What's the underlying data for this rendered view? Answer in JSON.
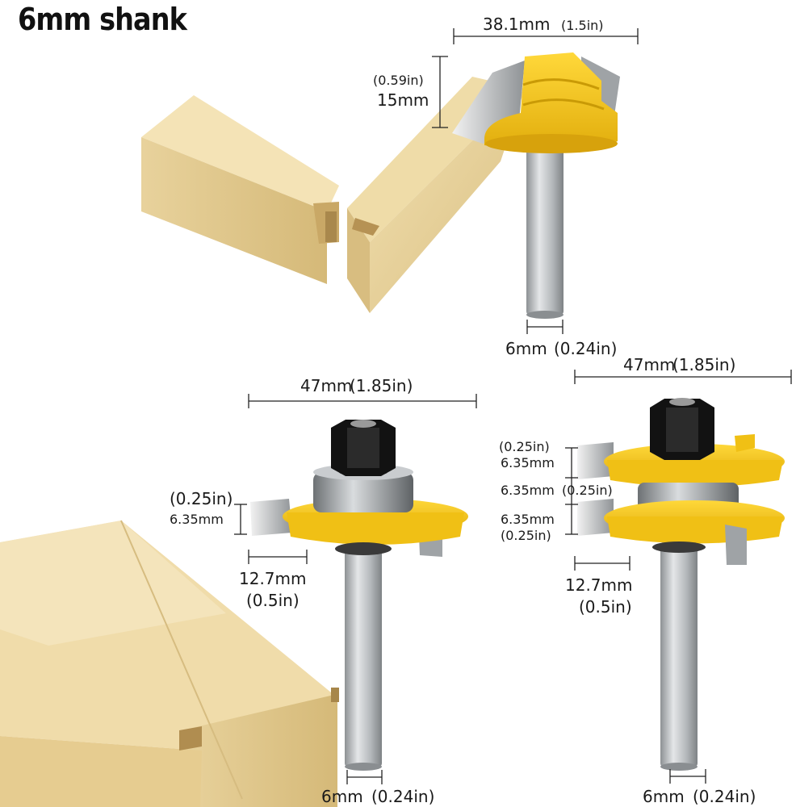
{
  "title": "6mm shank",
  "top_bit": {
    "width_mm": "38.1mm",
    "width_in": "(1.5in)",
    "height_in": "(0.59in)",
    "height_mm": "15mm",
    "shank_mm": "6mm",
    "shank_in": "(0.24in)"
  },
  "left_bit": {
    "width_mm": "47mm",
    "width_in": "(1.85in)",
    "cut_in": "(0.25in)",
    "cut_mm": "6.35mm",
    "depth_mm": "12.7mm",
    "depth_in": "(0.5in)",
    "shank_mm": "6mm",
    "shank_in": "(0.24in)"
  },
  "right_bit": {
    "width_mm": "47mm",
    "width_in": "(1.85in)",
    "top_cut_in": "(0.25in)",
    "top_cut_mm": "6.35mm",
    "gap_mm": "6.35mm",
    "gap_in": "(0.25in)",
    "bottom_cut_mm": "6.35mm",
    "bottom_cut_in": "(0.25in)",
    "depth_mm": "12.7mm",
    "depth_in": "(0.5in)",
    "shank_mm": "6mm",
    "shank_in": "(0.24in)"
  },
  "colors": {
    "cutter_yellow": "#f2c21a",
    "wood": "#e6cf97",
    "shank": "#b9bcbf",
    "nut": "#121212"
  }
}
